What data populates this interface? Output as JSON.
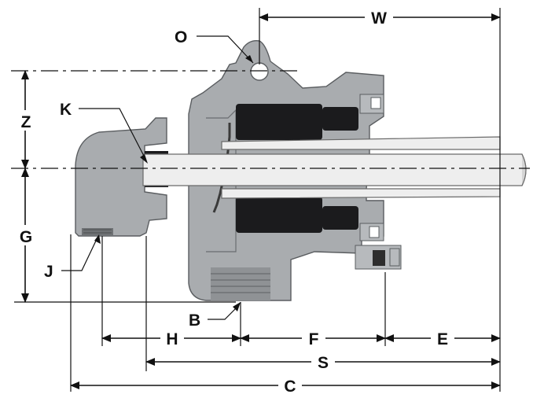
{
  "diagram": {
    "labels": {
      "O": "O",
      "W": "W",
      "Z": "Z",
      "K": "K",
      "G": "G",
      "J": "J",
      "B": "B",
      "H": "H",
      "F": "F",
      "E": "E",
      "S": "S",
      "C": "C"
    },
    "colors": {
      "body": "#a9acaf",
      "seal": "#1b1b1d",
      "tube": "#eeeeee",
      "line": "#111111"
    }
  }
}
